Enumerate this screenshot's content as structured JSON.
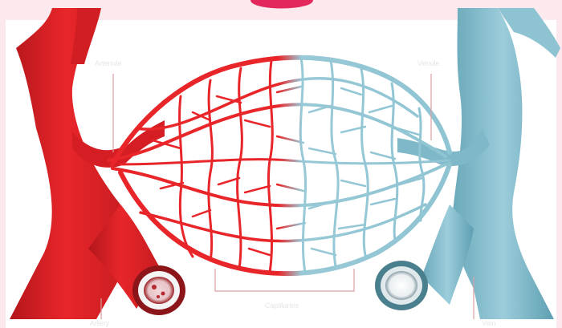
{
  "diagram": {
    "colors": {
      "background": "#fbe9ee",
      "panel": "#ffffff",
      "artery": "#e8262a",
      "artery_dark": "#b3161b",
      "vein": "#8fc4d2",
      "vein_dark": "#5e9fb2",
      "label": "#e6e6e6",
      "leader": "#d9a0a4"
    },
    "labels": {
      "arteriole": "Arteriole",
      "venule": "Venule",
      "artery": "Artery",
      "capillaries": "Capillaries",
      "vein": "Vein"
    }
  }
}
